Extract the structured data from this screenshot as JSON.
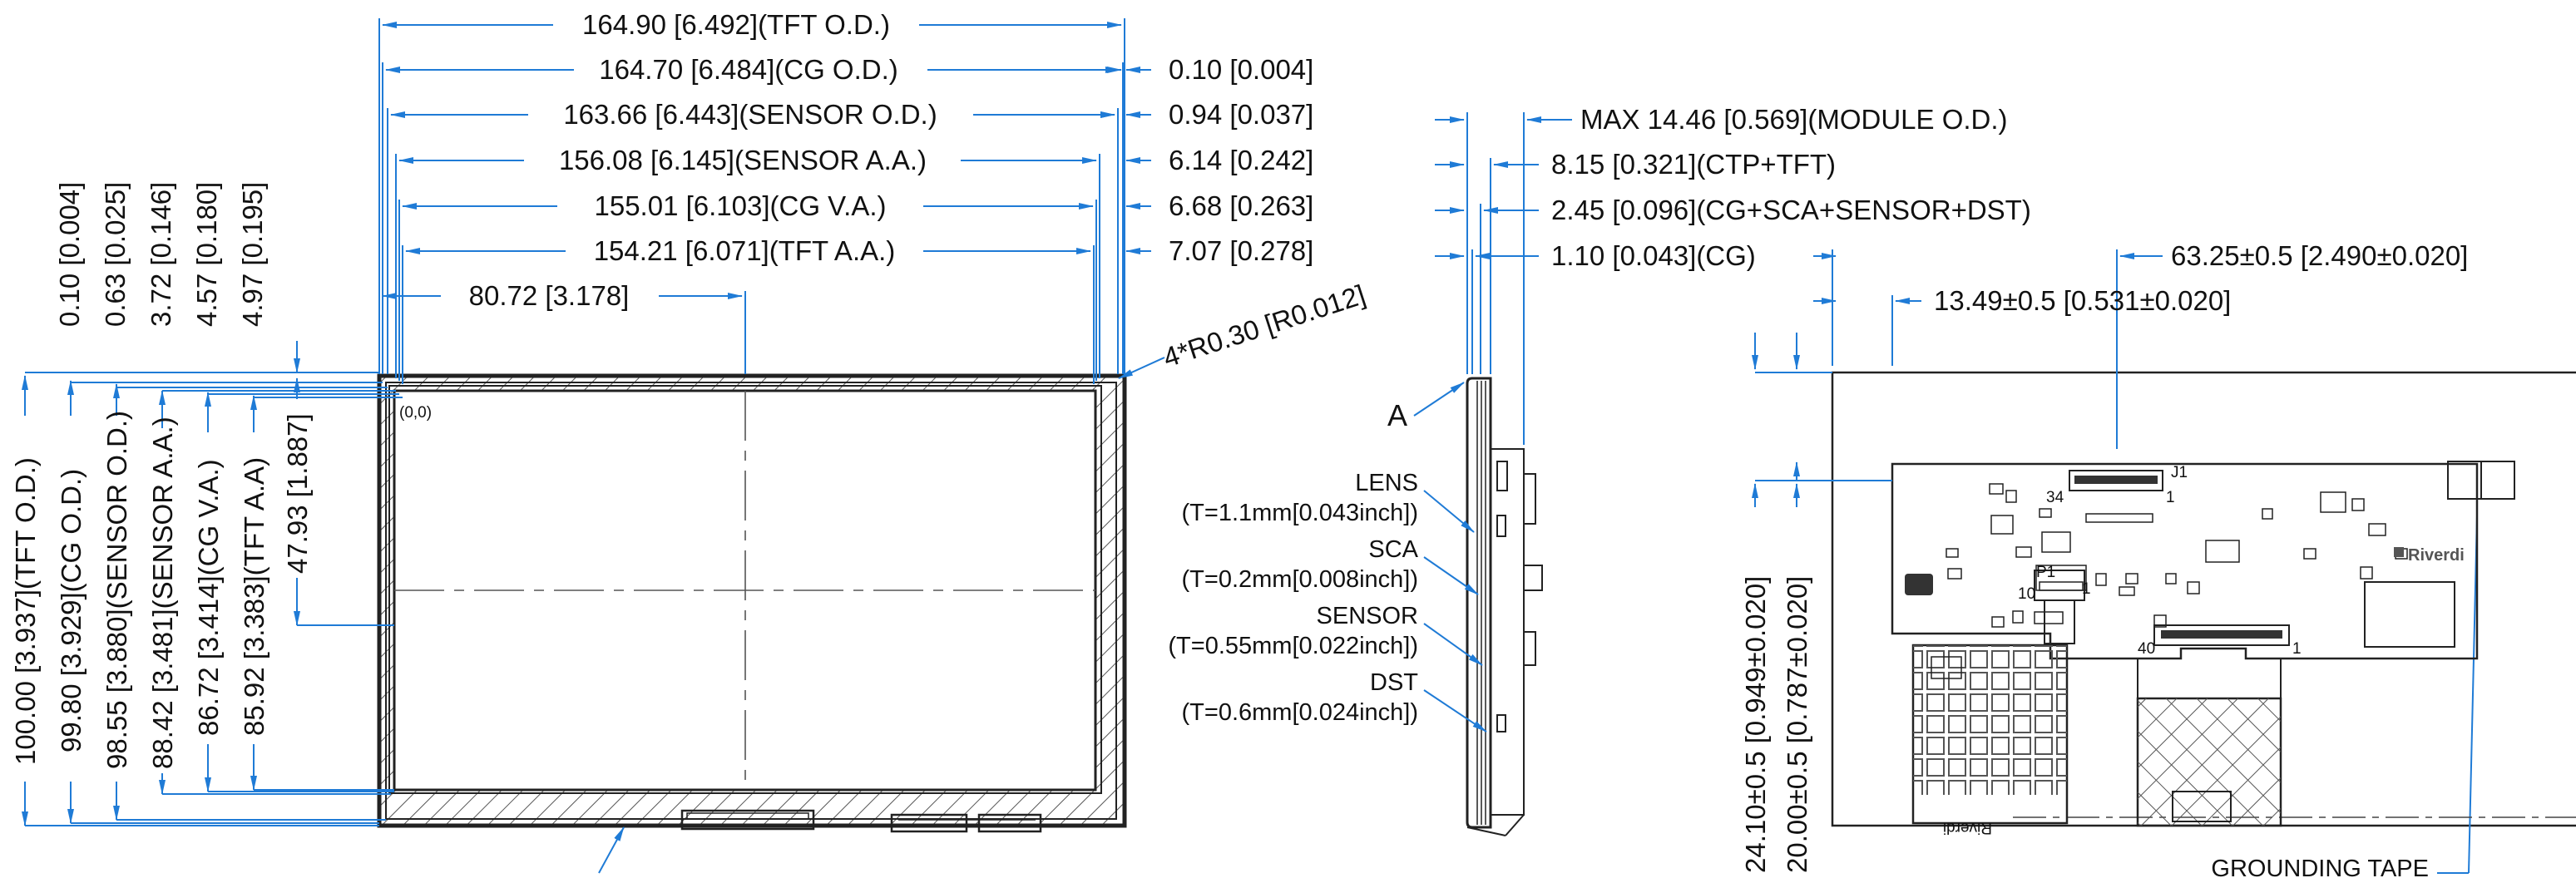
{
  "colors": {
    "dimension": "#1f7bd6",
    "outline": "#222222",
    "hatch": "#555555",
    "background": "#ffffff"
  },
  "front": {
    "top_dims": [
      {
        "text": "164.90 [6.492](TFT O.D.)"
      },
      {
        "text": "164.70 [6.484](CG O.D.)"
      },
      {
        "text": "163.66 [6.443](SENSOR O.D.)"
      },
      {
        "text": "156.08 [6.145](SENSOR A.A.)"
      },
      {
        "text": "155.01 [6.103](CG V.A.)"
      },
      {
        "text": "154.21 [6.071](TFT A.A.)"
      },
      {
        "text": "80.72 [3.178]"
      }
    ],
    "right_dims": [
      {
        "text": "0.10 [0.004]"
      },
      {
        "text": "0.94 [0.037]"
      },
      {
        "text": "6.14 [0.242]"
      },
      {
        "text": "6.68 [0.263]"
      },
      {
        "text": "7.07 [0.278]"
      }
    ],
    "corner_radius": "4*R0.30 [R0.012]",
    "left_small_dims": [
      {
        "text": "0.10 [0.004]"
      },
      {
        "text": "0.63 [0.025]"
      },
      {
        "text": "3.72 [0.146]"
      },
      {
        "text": "4.57 [0.180]"
      },
      {
        "text": "4.97 [0.195]"
      }
    ],
    "left_big_dims": [
      {
        "text": "100.00 [3.937](TFT O.D.)"
      },
      {
        "text": "99.80 [3.929](CG O.D.)"
      },
      {
        "text": "98.55 [3.880](SENSOR O.D.)"
      },
      {
        "text": "88.42 [3.481](SENSOR A.A.)"
      },
      {
        "text": "86.72 [3.414](CG V.A.)"
      },
      {
        "text": "85.92 [3.383](TFT A.A)"
      }
    ],
    "height_half": "47.93 [1.887]",
    "origin": "(0,0)"
  },
  "side": {
    "dims": [
      {
        "text": "MAX 14.46 [0.569](MODULE O.D.)"
      },
      {
        "text": "8.15 [0.321](CTP+TFT)"
      },
      {
        "text": "2.45 [0.096](CG+SCA+SENSOR+DST)"
      },
      {
        "text": "1.10 [0.043](CG)"
      }
    ],
    "detail": "A",
    "layers": [
      {
        "name": "LENS",
        "thick": "(T=1.1mm[0.043inch])"
      },
      {
        "name": "SCA",
        "thick": "(T=0.2mm[0.008inch])"
      },
      {
        "name": "SENSOR",
        "thick": "(T=0.55mm[0.022inch])"
      },
      {
        "name": "DST",
        "thick": "(T=0.6mm[0.024inch])"
      }
    ]
  },
  "back": {
    "dims_top": [
      {
        "text": "63.25±0.5 [2.490±0.020]"
      },
      {
        "text": "13.49±0.5 [0.531±0.020]"
      }
    ],
    "dims_left": [
      {
        "text": "24.10±0.5 [0.949±0.020]"
      },
      {
        "text": "20.00±0.5 [0.787±0.020]"
      }
    ],
    "grounding": "GROUNDING TAPE",
    "brand": "Riverdi",
    "brand_small": "Riverdi",
    "j1": "J1",
    "j1_pin_left": "34",
    "j1_pin_right": "1",
    "p1": "P1",
    "p1_pin_1": "1",
    "p1_pin_10": "10",
    "pin_40": "40",
    "pin_1b": "1"
  }
}
